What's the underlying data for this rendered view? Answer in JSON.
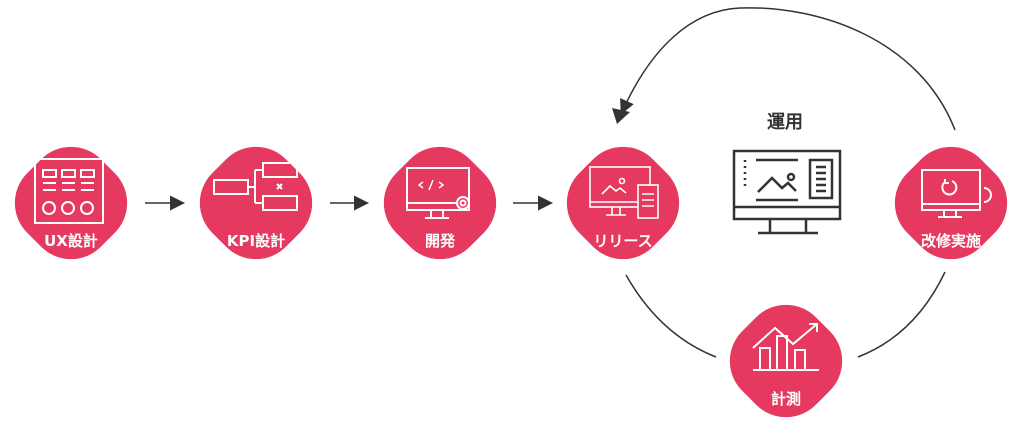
{
  "colors": {
    "accent": "#e6395f",
    "line": "#333333"
  },
  "steps": [
    {
      "label": "UX設計",
      "icon": "ui-wireframe-icon"
    },
    {
      "label": "KPI設計",
      "icon": "kpi-tree-icon"
    },
    {
      "label": "開発",
      "icon": "code-monitor-icon"
    },
    {
      "label": "リリース",
      "icon": "multi-device-icon"
    },
    {
      "label": "計測",
      "icon": "bar-chart-growth-icon"
    },
    {
      "label": "改修実施",
      "icon": "refresh-monitor-icon"
    }
  ],
  "operation": {
    "label": "運用",
    "icon": "dashboard-monitor-icon"
  }
}
